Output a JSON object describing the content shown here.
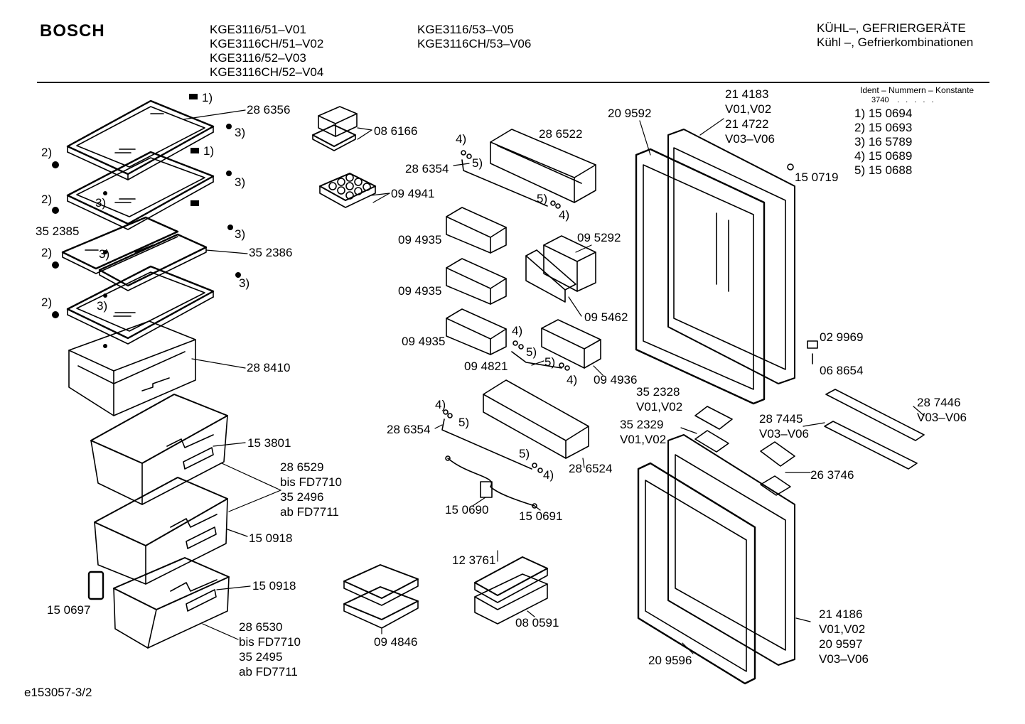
{
  "brand": "BOSCH",
  "models": {
    "col1": [
      "KGE3116/51–V01",
      "KGE3116CH/51–V02",
      "KGE3116/52–V03",
      "KGE3116CH/52–V04"
    ],
    "col2": [
      "KGE3116/53–V05",
      "KGE3116CH/53–V06"
    ]
  },
  "category": {
    "line1": "KÜHL–, GEFRIERGERÄTE",
    "line2": "Kühl –, Gefrierkombinationen"
  },
  "ident": {
    "title": "Ident – Nummern – Konstante",
    "constant": "3740",
    "dots": ". . . . .",
    "refs": [
      "1)  15 0694",
      "2)  15 0693",
      "3)  16 5789",
      "4)  15 0689",
      "5)  15 0688"
    ]
  },
  "labels": {
    "l_1a": "1)",
    "l_1b": "1)",
    "l_286356": "28 6356",
    "l_3a": "3)",
    "l_3b": "3)",
    "l_3c": "3)",
    "l_3d": "3)",
    "l_3e": "3)",
    "l_3f": "3)",
    "l_3g": "3)",
    "l_2a": "2)",
    "l_2b": "2)",
    "l_2c": "2)",
    "l_2d": "2)",
    "l_352385": "35 2385",
    "l_352386": "35 2386",
    "l_288410": "28 8410",
    "l_153801": "15 3801",
    "l_286529": "28 6529",
    "l_bis1": "bis FD7710",
    "l_352496": "35 2496",
    "l_ab1": "ab FD7711",
    "l_150918a": "15 0918",
    "l_150918b": "15 0918",
    "l_150697": "15 0697",
    "l_286530": "28 6530",
    "l_bis2": "bis FD7710",
    "l_352495": "35 2495",
    "l_ab2": "ab FD7711",
    "l_086166": "08 6166",
    "l_094941": "09 4941",
    "l_4a": "4)",
    "l_5a": "5)",
    "l_286354a": "28 6354",
    "l_286522": "28 6522",
    "l_5b": "5)",
    "l_4b": "4)",
    "l_094935a": "09 4935",
    "l_094935b": "09 4935",
    "l_094935c": "09 4935",
    "l_095292": "09 5292",
    "l_095462": "09 5462",
    "l_4c": "4)",
    "l_5c": "5)",
    "l_094821": "09 4821",
    "l_5d": "5)",
    "l_4d": "4)",
    "l_094936": "09 4936",
    "l_4e": "4)",
    "l_5e": "5)",
    "l_286354b": "28 6354",
    "l_5f": "5)",
    "l_4f": "4)",
    "l_286524": "28 6524",
    "l_150690": "15 0690",
    "l_150691": "15 0691",
    "l_123761": "12 3761",
    "l_080591": "08 0591",
    "l_094846": "09 4846",
    "l_209592": "20 9592",
    "l_214183": "21 4183",
    "l_v0102a": "V01,V02",
    "l_214722": "21 4722",
    "l_v0306a": "V03–V06",
    "l_150719": "15 0719",
    "l_029969": "02 9969",
    "l_068654": "06 8654",
    "l_352328": "35 2328",
    "l_v0102b": "V01,V02",
    "l_352329": "35 2329",
    "l_v0102c": "V01,V02",
    "l_287445": "28 7445",
    "l_v0306b": "V03–V06",
    "l_287446": "28 7446",
    "l_v0306c": "V03–V06",
    "l_263746": "26 3746",
    "l_214186": "21 4186",
    "l_v0102d": "V01,V02",
    "l_209597": "20 9597",
    "l_v0306d": "V03–V06",
    "l_209596": "20 9596"
  },
  "footer": "e153057-3/2"
}
